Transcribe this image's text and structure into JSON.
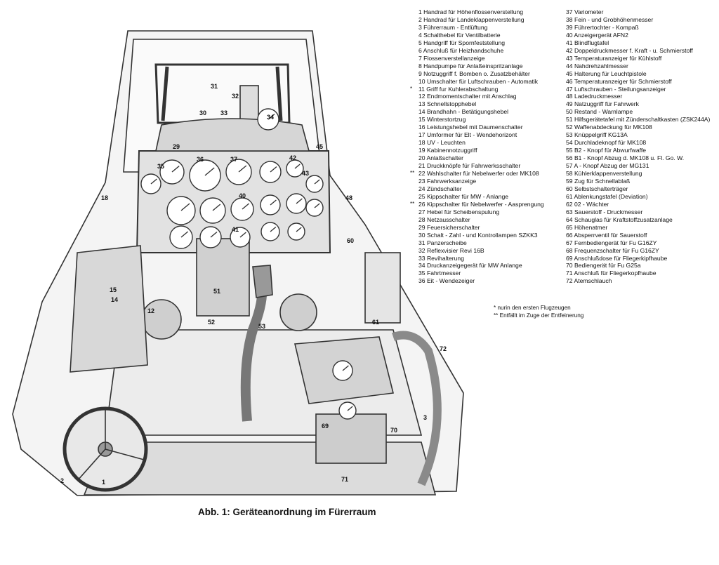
{
  "legend_left": [
    {
      "mark": "",
      "text": "1 Handrad für Höhenflossenverstellung"
    },
    {
      "mark": "",
      "text": "2 Handrad für Landeklappenverstellung"
    },
    {
      "mark": "",
      "text": "3 Führerraum - Entlüftung"
    },
    {
      "mark": "",
      "text": "4 Schalthebel für Ventilbatterie"
    },
    {
      "mark": "",
      "text": "5 Handgriff für Spornfeststellung"
    },
    {
      "mark": "",
      "text": "6 Anschluß für Heizhandschuhe"
    },
    {
      "mark": "",
      "text": "7 Flossenverstellanzeige"
    },
    {
      "mark": "",
      "text": "8 Handpumpe für Anlaßeinspritzanlage"
    },
    {
      "mark": "",
      "text": "9 Notzuggriff f. Bomben o. Zusatzbehälter"
    },
    {
      "mark": "",
      "text": "10 Umschalter für Luftschrauben - Automatik"
    },
    {
      "mark": "*",
      "text": "11 Griff fur Kuhlerabschaltung"
    },
    {
      "mark": "",
      "text": "12 Endmomentschalter mit Anschlag"
    },
    {
      "mark": "",
      "text": "13 Schnellstopphebel"
    },
    {
      "mark": "",
      "text": "14 Brandhahn - Betätigungshebel"
    },
    {
      "mark": "",
      "text": "15 Winterstortzug"
    },
    {
      "mark": "",
      "text": "16 Leistungshebel mit Daumenschalter"
    },
    {
      "mark": "",
      "text": "17 Umformer für Elt - Wendehorizont"
    },
    {
      "mark": "",
      "text": "18 UV - Leuchten"
    },
    {
      "mark": "",
      "text": "19 Kabinennotzuggriff"
    },
    {
      "mark": "",
      "text": "20 Anlaßschalter"
    },
    {
      "mark": "",
      "text": "21 Druckknöpfe für Fahrwerksschalter"
    },
    {
      "mark": "**",
      "text": "22 Wahlschalter für Nebelwerfer oder MK108"
    },
    {
      "mark": "",
      "text": "23 Fahrwerksanzeige"
    },
    {
      "mark": "",
      "text": "24 Zündschalter"
    },
    {
      "mark": "",
      "text": "25 Kippschalter für MW - Anlange"
    },
    {
      "mark": "**",
      "text": "26 Kippschalter für Nebelwerfer - Aasprengung"
    },
    {
      "mark": "",
      "text": "27 Hebel für Scheibenspulung"
    },
    {
      "mark": "",
      "text": "28 Netzausschalter"
    },
    {
      "mark": "",
      "text": "29 Feuersicherschalter"
    },
    {
      "mark": "",
      "text": "30 Schalt - Zahl - und Kontrollampen SZKK3"
    },
    {
      "mark": "",
      "text": "31 Panzerscheibe"
    },
    {
      "mark": "",
      "text": "32 Reflexvisier Revi 16B"
    },
    {
      "mark": "",
      "text": "33 Revihalterung"
    },
    {
      "mark": "",
      "text": "34 Druckanzeigegerät für MW Anlange"
    },
    {
      "mark": "",
      "text": "35 Fahrtmesser"
    },
    {
      "mark": "",
      "text": "36 Eit - Wendezeiger"
    }
  ],
  "legend_right": [
    "37 Variometer",
    "38 Fein - und Grobhöhenmesser",
    "39 Führertochter - Kompaß",
    "40 Anzeigergerät AFN2",
    "41 Blindflugtafel",
    "42 Doppeldruckmesser f. Kraft - u. Schmierstoff",
    "43 Temperaturanzeiger für Kühlstoff",
    "44 Nahdrehzahlmesser",
    "45 Halterung für Leuchtpistole",
    "46 Temperaturanzeiger für Schmierstoff",
    "47 Luftschrauben - Steilungsanzeiger",
    "48 Ladedruckmesser",
    "49 Natzuggriff für Fahrwerk",
    "50 Restand - Warnlampe",
    "51 Hilfsgerätetafel mit Zünderschaltkasten (ZSK244A)",
    "52 Waffenabdeckung für MK108",
    "53 Knüppelgriff KG13A",
    "54 Durchladeknopf für  MK108",
    "55 B2 - Knopf für  Abwurfwaffe",
    "56 B1 - Knopf Abzug d. MK108 u. Fl. Go. W.",
    "57 A - Knopf Abzug der MG131",
    "58 Kühlerklappenverstellung",
    "59 Zug für  Schnellablaß",
    "60 Selbstschalterträger",
    "61 Ablenkungstafel (Deviation)",
    "62 02 - Wächter",
    "63 Sauerstoff - Druckmesser",
    "64 Schauglas für Kraftstoffzusatzanlage",
    "65 Höhenatmer",
    "66 Absperrventil für Sauerstoff",
    "67 Fernbediengerät für Fu G16ZY",
    "68 Frequenzschalter für Fu G16ZY",
    "69 Anschlußdose für Fliegerkipfhaube",
    "70 Bediengerät für Fu G25a",
    "71 Anschluß für Fliegerkopfhaube",
    "72 Atemschlauch"
  ],
  "notes": [
    "* nurin den ersten Flugzeugen",
    "** Entfällt im Zuge der Entfeinerung"
  ],
  "caption": "Abb. 1: Geräteanordnung im Fürerraum",
  "callouts": [
    "31",
    "32",
    "30",
    "33",
    "34",
    "29",
    "45",
    "35",
    "36",
    "37",
    "42",
    "18",
    "48",
    "51",
    "52",
    "53",
    "60",
    "61",
    "72",
    "1",
    "2",
    "3",
    "71",
    "70",
    "69",
    "12",
    "14",
    "15",
    "40",
    "41",
    "43"
  ],
  "colors": {
    "line": "#333333",
    "shade": "#bdbdbd",
    "paper": "#ffffff"
  }
}
